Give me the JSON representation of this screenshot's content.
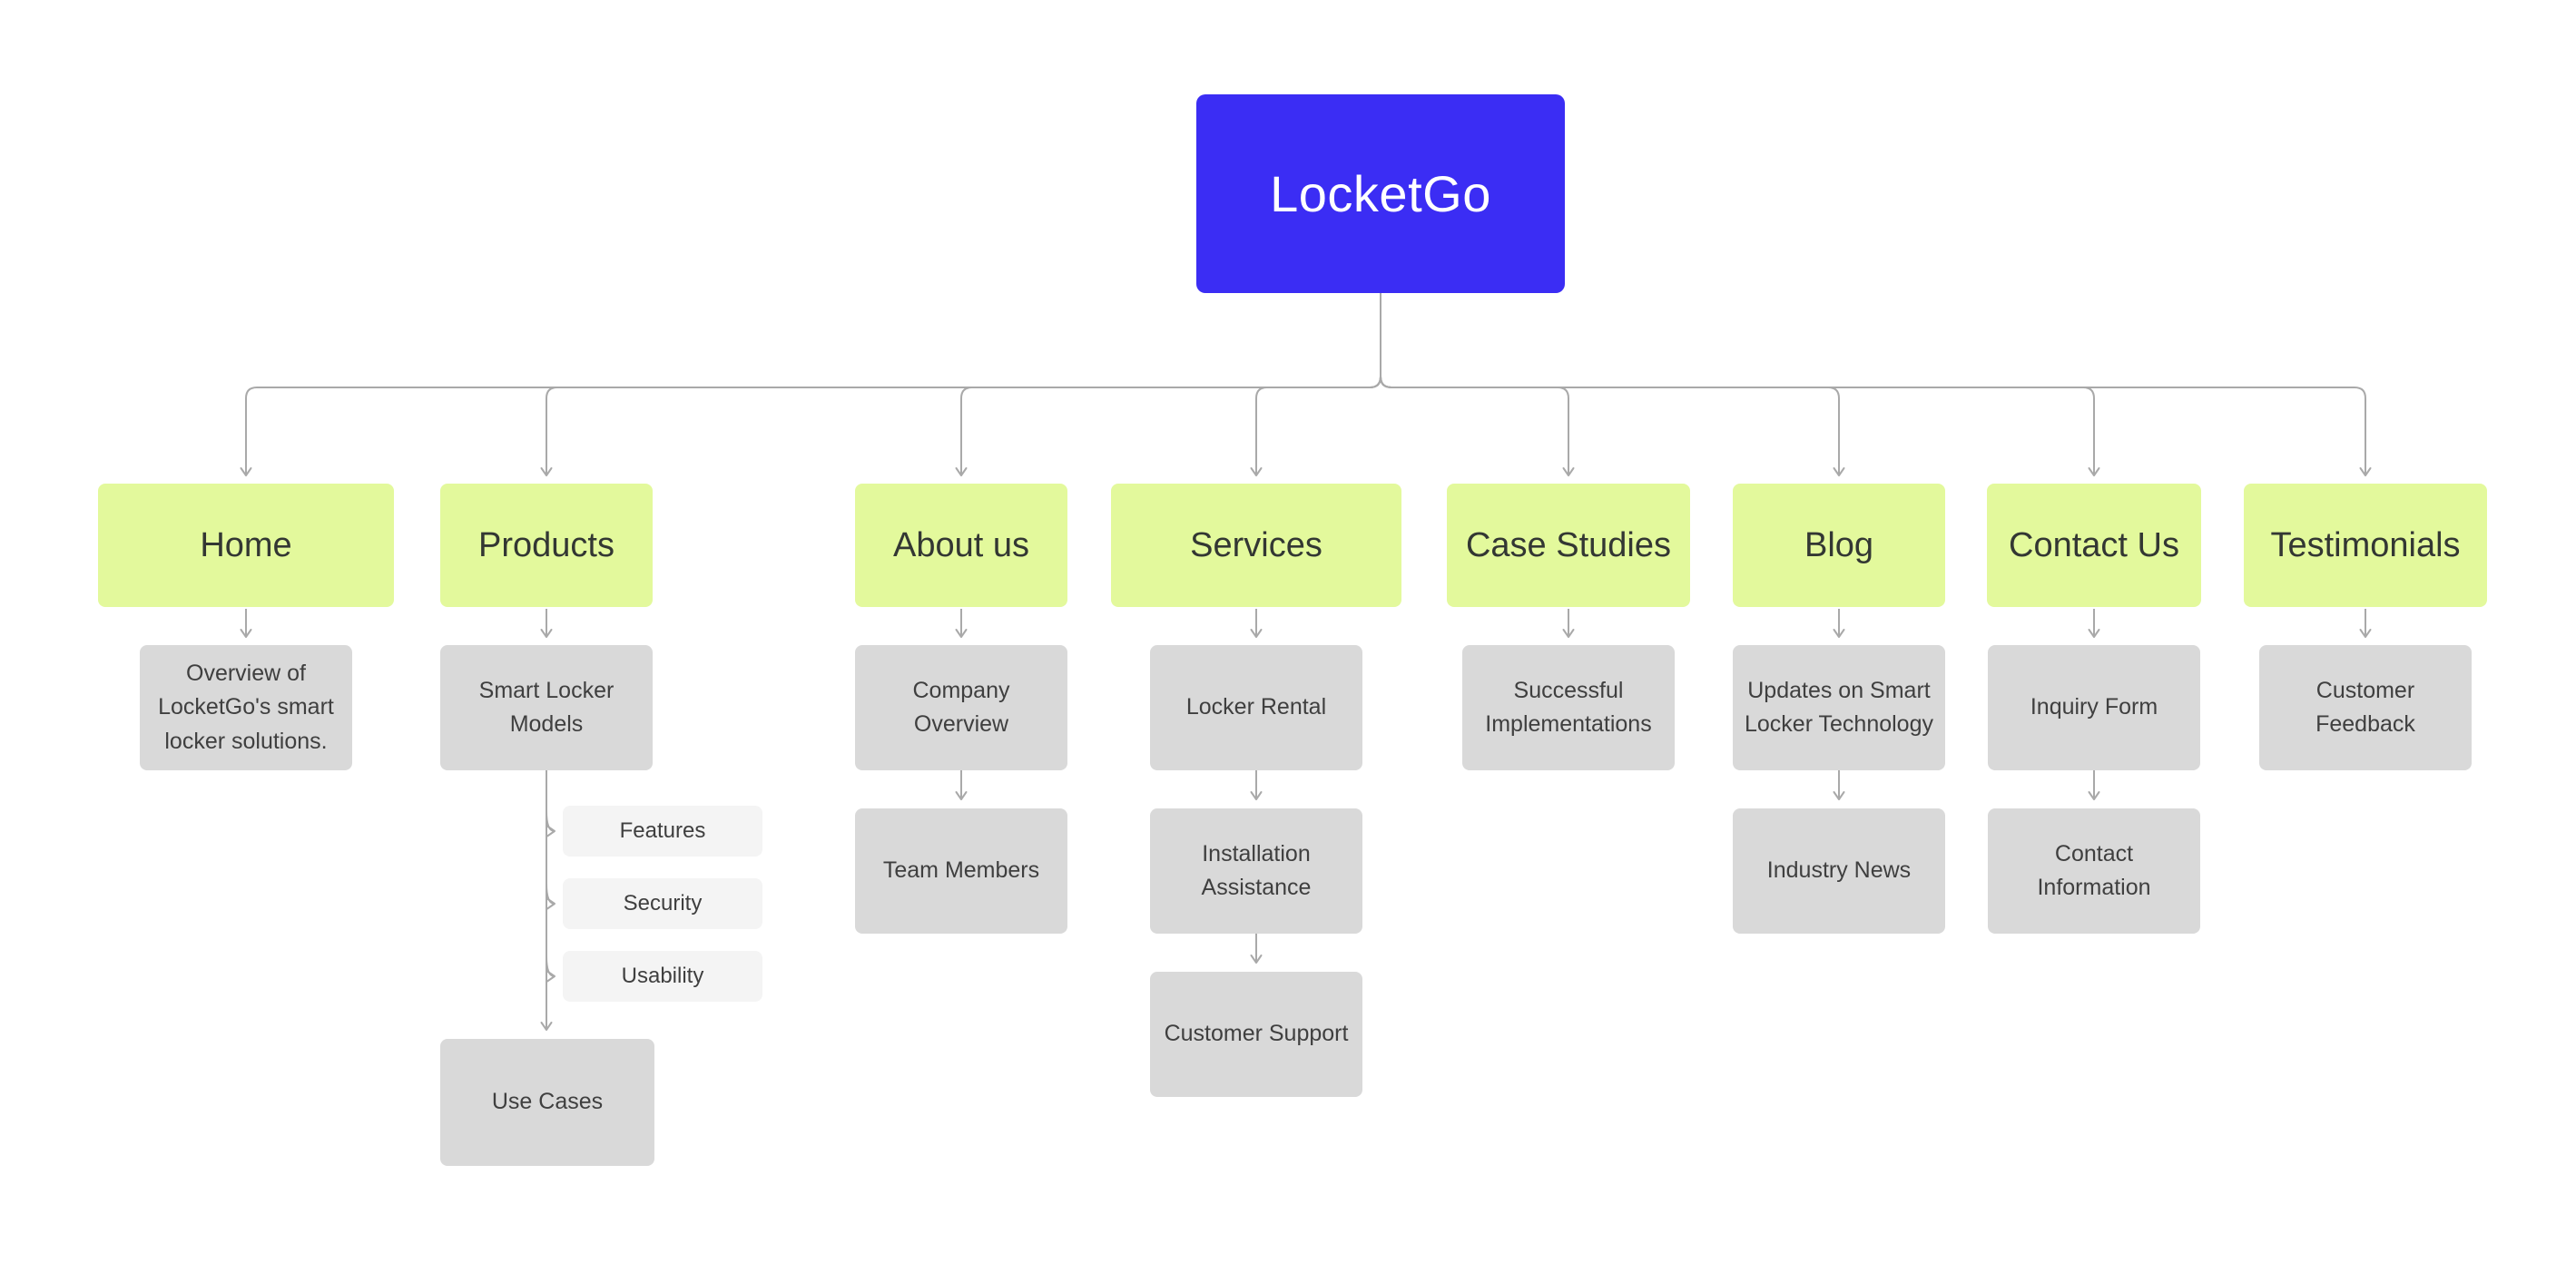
{
  "sitemap": {
    "root": {
      "label": "LocketGo"
    },
    "sections": [
      {
        "label": "Home",
        "children": [
          {
            "label": "Overview of\nLocketGo's smart\nlocker solutions."
          }
        ]
      },
      {
        "label": "Products",
        "children": [
          {
            "label": "Smart Locker\nModels",
            "subitems": [
              {
                "label": "Features"
              },
              {
                "label": "Security"
              },
              {
                "label": "Usability"
              }
            ],
            "children": [
              {
                "label": "Use Cases"
              }
            ]
          }
        ]
      },
      {
        "label": "About us",
        "children": [
          {
            "label": "Company Overview",
            "children": [
              {
                "label": "Team Members"
              }
            ]
          }
        ]
      },
      {
        "label": "Services",
        "children": [
          {
            "label": "Locker Rental",
            "children": [
              {
                "label": "Installation\nAssistance",
                "children": [
                  {
                    "label": "Customer Support"
                  }
                ]
              }
            ]
          }
        ]
      },
      {
        "label": "Case Studies",
        "children": [
          {
            "label": "Successful\nImplementations"
          }
        ]
      },
      {
        "label": "Blog",
        "children": [
          {
            "label": "Updates on Smart\nLocker Technology",
            "children": [
              {
                "label": "Industry News"
              }
            ]
          }
        ]
      },
      {
        "label": "Contact Us",
        "children": [
          {
            "label": "Inquiry Form",
            "children": [
              {
                "label": "Contact Information"
              }
            ]
          }
        ]
      },
      {
        "label": "Testimonials",
        "children": [
          {
            "label": "Customer\nFeedback"
          }
        ]
      }
    ],
    "colors": {
      "root_bg": "#3B2DF4",
      "root_text": "#FFFFFF",
      "section_bg": "#E3F99C",
      "child_bg": "#D9D9D9",
      "subitem_bg": "#F4F4F4",
      "connector": "#A9A9A9"
    }
  }
}
